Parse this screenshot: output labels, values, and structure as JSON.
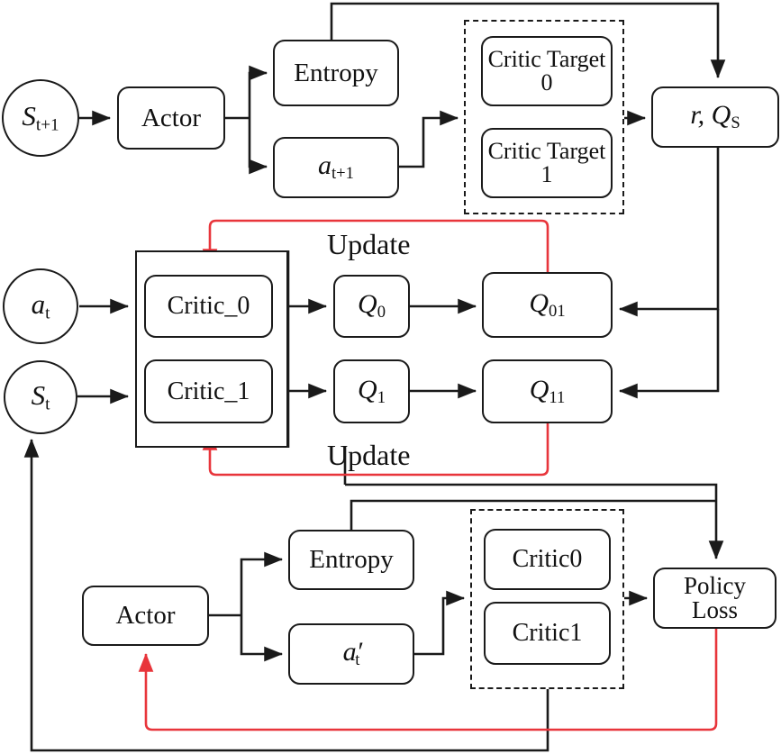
{
  "diagram": {
    "title": "Actor-Critic (SAC / TD3 style) training flow diagram",
    "colors": {
      "stroke": "#1a1a1a",
      "update_arrow": "#e8353b",
      "background": "#ffffff"
    },
    "top_branch": {
      "state_node": "S",
      "state_sub": "t+1",
      "actor": "Actor",
      "entropy": "Entropy",
      "action": "a",
      "action_sub": "t+1",
      "target_group": [
        "Critic Target 0",
        "Critic Target 1"
      ],
      "target_value": "r, Q",
      "target_value_sub": "S"
    },
    "middle_branch": {
      "action_node": "a",
      "action_node_sub": "t",
      "state_node": "S",
      "state_node_sub": "t",
      "critics": [
        "Critic_0",
        "Critic_1"
      ],
      "q_outputs": [
        "Q",
        "Q"
      ],
      "q_outputs_sub": [
        "0",
        "1"
      ],
      "q_combined": [
        "Q",
        "Q"
      ],
      "q_combined_sub": [
        "01",
        "11"
      ],
      "update_label_top": "Update",
      "update_label_bottom": "Update"
    },
    "bottom_branch": {
      "actor": "Actor",
      "entropy": "Entropy",
      "action": "a",
      "action_prime": "′",
      "action_sub": "t",
      "critic_group": [
        "Critic0",
        "Critic1"
      ],
      "loss": "Policy\nLoss",
      "loss_line1": "Policy",
      "loss_line2": "Loss"
    }
  }
}
